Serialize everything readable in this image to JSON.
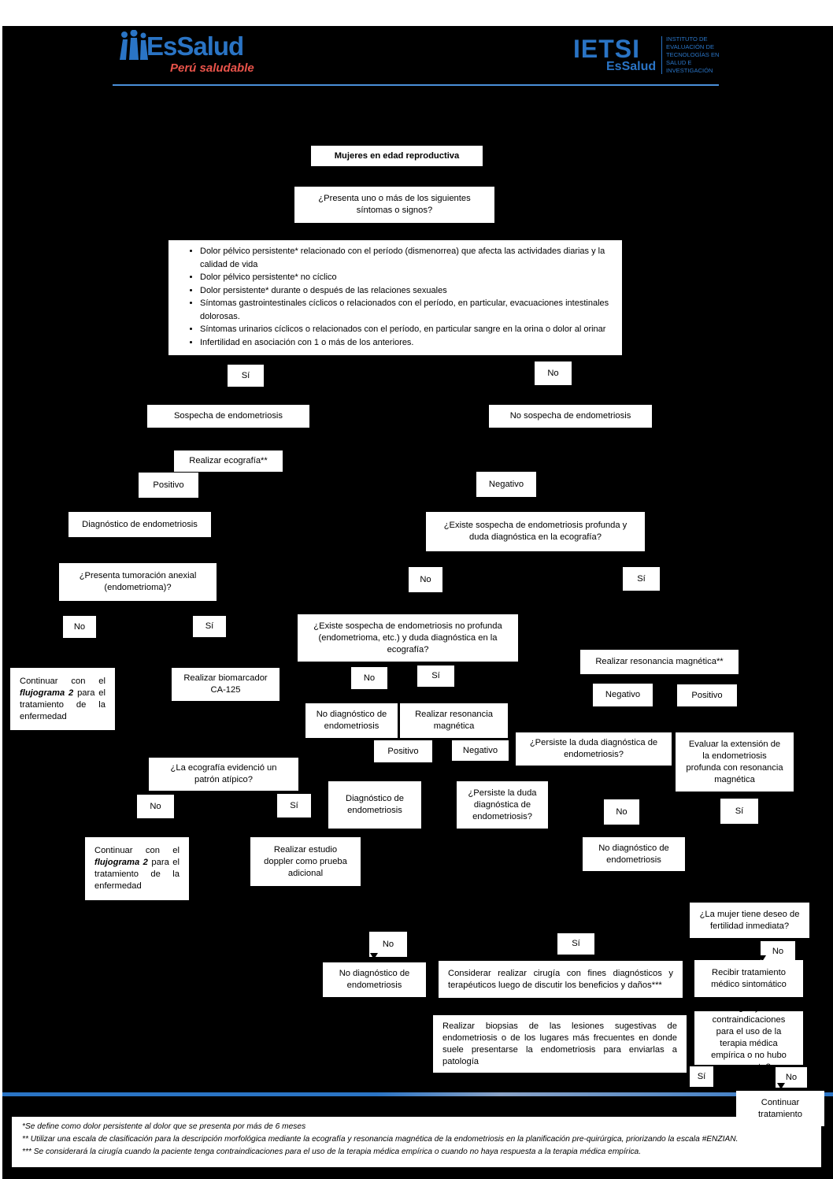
{
  "header": {
    "logo_left": {
      "brand": "EsSalud",
      "tagline": "Perú saludable"
    },
    "logo_right": {
      "brand": "IETSI",
      "sub": "EsSalud",
      "institute": "Instituto de Evaluación de Tecnologías en Salud e Investigación"
    }
  },
  "flow": {
    "start": "Mujeres en edad reproductiva",
    "q_symptoms": "¿Presenta uno o más de los siguientes síntomas o signos?",
    "symptoms": [
      "Dolor pélvico persistente* relacionado con el período (dismenorrea) que afecta las actividades diarias y la calidad de vida",
      "Dolor pélvico persistente* no cíclico",
      "Dolor persistente* durante o después de las relaciones sexuales",
      "Síntomas gastrointestinales cíclicos o relacionados con el período, en particular, evacuaciones intestinales dolorosas.",
      "Síntomas urinarios cíclicos o relacionados con el período, en particular sangre en la orina o dolor al orinar",
      "Infertilidad en asociación con 1 o más de los anteriores."
    ],
    "si_1": "Sí",
    "no_1": "No",
    "sospecha": "Sospecha de endometriosis",
    "no_sospecha": "No sospecha de endometriosis",
    "ecografia": "Realizar ecografía**",
    "positivo_1": "Positivo",
    "negativo_1": "Negativo",
    "diag_endo_1": "Diagnóstico de endometriosis",
    "q_profunda": "¿Existe sospecha de endometriosis profunda y duda diagnóstica en la ecografía?",
    "q_tumoracion": "¿Presenta tumoración anexial (endometrioma)?",
    "no_2": "No",
    "si_2": "Sí",
    "no_3": "No",
    "si_3": "Sí",
    "q_no_profunda": "¿Existe sospecha de endometriosis no profunda (endometrioma, etc.) y duda diagnóstica en la ecografía?",
    "rm_1": "Realizar resonancia magnética**",
    "continuar_1": {
      "pre": "Continuar con el",
      "bold": "flujograma 2",
      "post": "para el tratamiento de la enfermedad"
    },
    "biomarcador": "Realizar biomarcador CA-125",
    "no_4": "No",
    "si_4": "Sí",
    "negativo_2": "Negativo",
    "positivo_2": "Positivo",
    "no_diag_1": "No diagnóstico de endometriosis",
    "rm_2": "Realizar resonancia magnética",
    "positivo_3": "Positivo",
    "negativo_3": "Negativo",
    "q_persiste_1": "¿Persiste la duda diagnóstica de endometriosis?",
    "evaluar": "Evaluar la extensión de la endometriosis profunda con resonancia magnética",
    "q_patron": "¿La ecografía evidenció un patrón atípico?",
    "diag_endo_2": "Diagnóstico de endometriosis",
    "q_persiste_2": "¿Persiste la duda diagnóstica de endometriosis?",
    "no_5": "No",
    "si_5": "Sí",
    "no_6": "No",
    "si_6": "Sí",
    "continuar_2": {
      "pre": "Continuar con el",
      "bold": "flujograma 2",
      "post": "para el tratamiento de la enfermedad"
    },
    "doppler": "Realizar estudio doppler como prueba adicional",
    "no_diag_2": "No diagnóstico de endometriosis",
    "q_fertilidad": "¿La mujer tiene deseo de fertilidad inmediata?",
    "no_7": "No",
    "si_7": "Sí",
    "no_8": "No",
    "no_diag_3": "No diagnóstico de endometriosis",
    "cirugia": "Considerar realizar cirugía con fines diagnósticos y terapéuticos luego de discutir los beneficios y daños***",
    "tratamiento_sint": "Recibir tratamiento médico sintomático",
    "biopsias": "Realizar biopsias de las lesiones sugestivas de endometriosis o de los lugares más frecuentes en donde suele presentarse la endometriosis para enviarlas a patología",
    "q_contra": "¿Hay contraindicaciones para el uso de la terapia médica empírica o no hubo respuesta?",
    "si_8": "Sí",
    "no_9": "No",
    "continuar_trat": "Continuar tratamiento"
  },
  "footnotes": [
    "*Se define como dolor persistente al dolor que se presenta por más de 6 meses",
    "** Utilizar una escala de clasificación para la descripción morfológica mediante la ecografía y resonancia magnética de la endometriosis en la planificación pre-quirúrgica, priorizando la escala #ENZIAN.",
    "*** Se considerará la cirugía cuando la paciente tenga contraindicaciones para el uso de la terapia médica empírica o cuando no haya respuesta a la terapia médica empírica."
  ],
  "colors": {
    "brand_blue": "#2a74c5",
    "brand_red": "#e8534a",
    "background": "#000000"
  }
}
